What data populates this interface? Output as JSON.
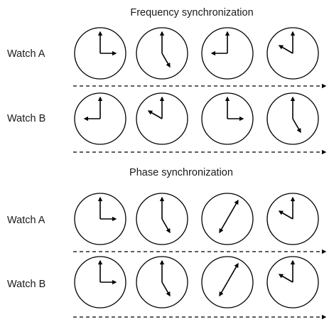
{
  "sections": [
    {
      "title": "Frequency synchronization",
      "rows": [
        {
          "label": "Watch A",
          "clocks": [
            {
              "minute_hand_deg": 0,
              "hour_hand_deg": 90
            },
            {
              "minute_hand_deg": 0,
              "hour_hand_deg": 150
            },
            {
              "minute_hand_deg": 0,
              "hour_hand_deg": 270
            },
            {
              "minute_hand_deg": 0,
              "hour_hand_deg": 300
            }
          ]
        },
        {
          "label": "Watch B",
          "clocks": [
            {
              "minute_hand_deg": 0,
              "hour_hand_deg": 270
            },
            {
              "minute_hand_deg": 0,
              "hour_hand_deg": 300
            },
            {
              "minute_hand_deg": 0,
              "hour_hand_deg": 90
            },
            {
              "minute_hand_deg": 0,
              "hour_hand_deg": 150
            }
          ]
        }
      ]
    },
    {
      "title": "Phase synchronization",
      "rows": [
        {
          "label": "Watch A",
          "clocks": [
            {
              "minute_hand_deg": 0,
              "hour_hand_deg": 90
            },
            {
              "minute_hand_deg": 0,
              "hour_hand_deg": 150
            },
            {
              "minute_hand_deg": 30,
              "hour_hand_deg": 210
            },
            {
              "minute_hand_deg": 0,
              "hour_hand_deg": 300
            }
          ]
        },
        {
          "label": "Watch B",
          "clocks": [
            {
              "minute_hand_deg": 0,
              "hour_hand_deg": 90
            },
            {
              "minute_hand_deg": 0,
              "hour_hand_deg": 150
            },
            {
              "minute_hand_deg": 30,
              "hour_hand_deg": 210
            },
            {
              "minute_hand_deg": 0,
              "hour_hand_deg": 300
            }
          ]
        }
      ]
    }
  ]
}
